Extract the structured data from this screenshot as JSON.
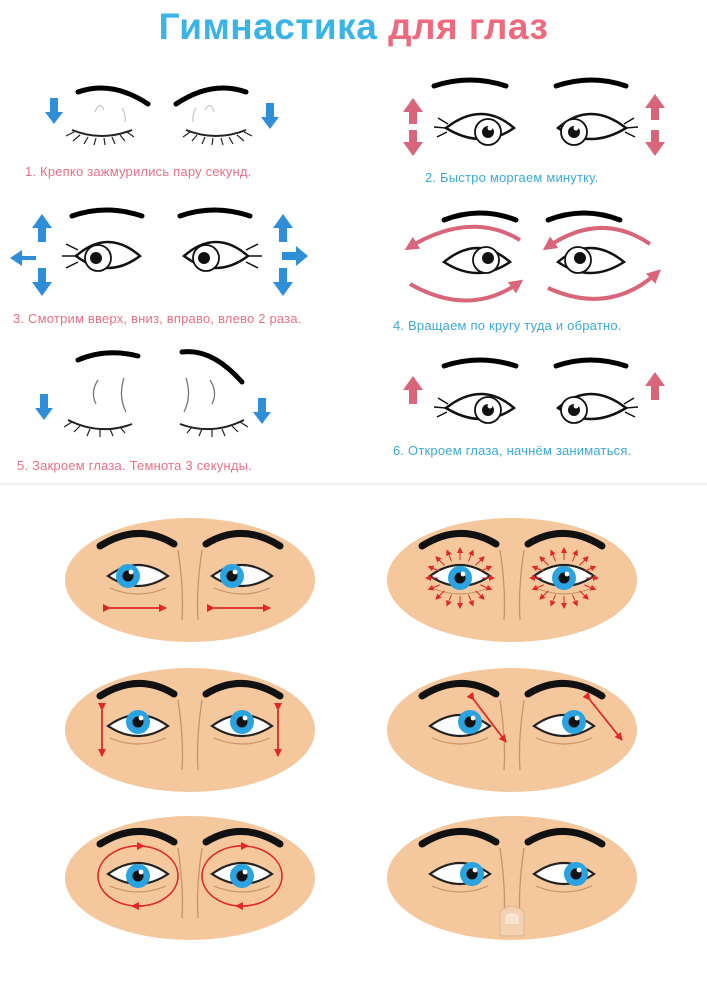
{
  "title": {
    "part1": "Гимнастика",
    "part2": "для глаз"
  },
  "colors": {
    "blue": "#3ab4e6",
    "pink": "#ee6a7c",
    "skin": "#f4c79c",
    "iris": "#2aa3e0",
    "arrow_red": "#e02828"
  },
  "exercises": [
    {
      "caption": "1. Крепко зажмурились пару секунд."
    },
    {
      "caption": "2. Быстро моргаем минутку."
    },
    {
      "caption": "3. Смотрим вверх, вниз, вправо, влево 2 раза."
    },
    {
      "caption": "4. Вращаем по кругу туда и обратно."
    },
    {
      "caption": "5. Закроем глаза. Темнота 3 секунды."
    },
    {
      "caption": "6. Откроем глаза, начнём заниматься."
    }
  ],
  "bottom_panels": [
    {
      "name": "look-left-right"
    },
    {
      "name": "massage-around-eyes"
    },
    {
      "name": "look-up-down"
    },
    {
      "name": "look-diagonal"
    },
    {
      "name": "eye-circles"
    },
    {
      "name": "look-at-finger"
    }
  ]
}
